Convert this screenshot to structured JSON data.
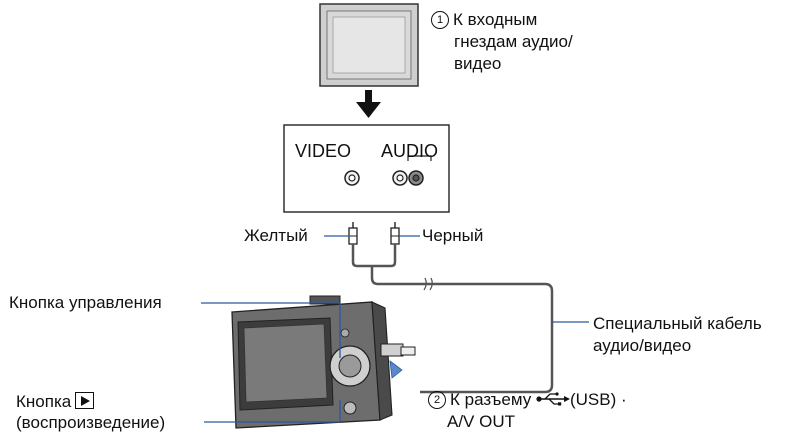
{
  "tv": {
    "step_number": "1",
    "label_line1": "К входным",
    "label_line2": "гнездам аудио/",
    "label_line3": "видео"
  },
  "panel": {
    "video_label": "VIDEO",
    "audio_label": "AUDIO"
  },
  "plugs": {
    "yellow_label": "Желтый",
    "black_label": "Черный"
  },
  "camera": {
    "control_button_label": "Кнопка управления",
    "playback_line1": "Кнопка",
    "playback_line2": "(воспроизведение)",
    "playback_icon": "play-icon"
  },
  "cable": {
    "label_line1": "Специальный кабель",
    "label_line2": "аудио/видео"
  },
  "connector": {
    "step_number": "2",
    "label_line1_prefix": "К разъему",
    "label_line1_suffix": "(USB) ·",
    "label_line2": "A/V OUT",
    "usb_icon": "usb-icon"
  },
  "colors": {
    "leader_line": "#2a5aa0",
    "cable": "#555555",
    "arrow_fill": "#5a88c8"
  }
}
